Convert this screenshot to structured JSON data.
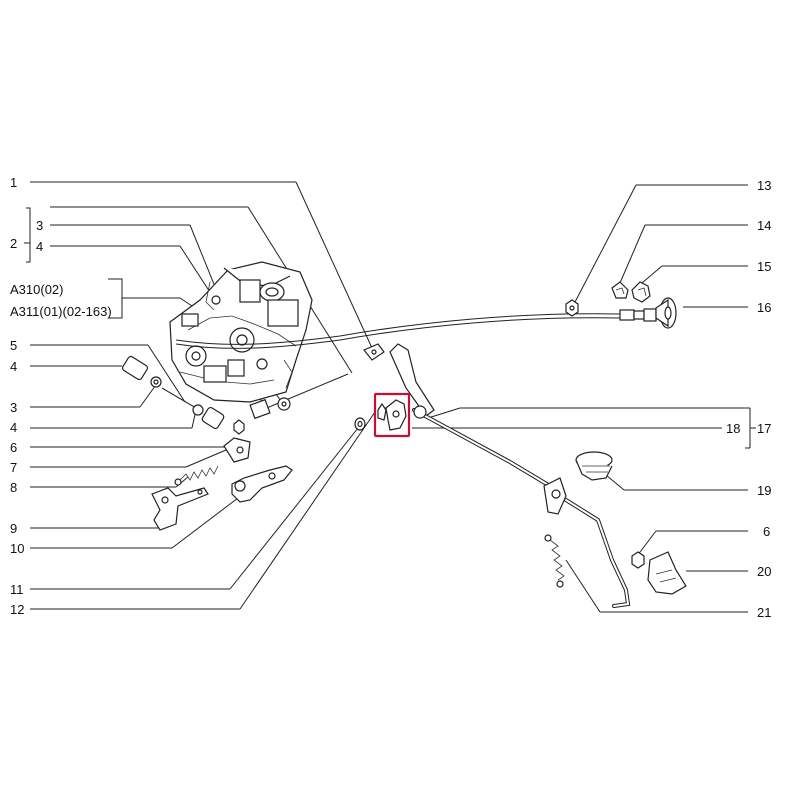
{
  "callouts": {
    "c1": "1",
    "c2": "2",
    "c3a": "3",
    "c4a": "4",
    "m1": "A310(02)",
    "m2": "A311(01)(02-163)",
    "c5": "5",
    "c4b": "4",
    "c3b": "3",
    "c4c": "4",
    "c6a": "6",
    "c7": "7",
    "c8": "8",
    "c9": "9",
    "c10": "10",
    "c11": "11",
    "c12": "12",
    "c13": "13",
    "c14": "14",
    "c15": "15",
    "c16": "16",
    "c17": "17",
    "c18": "18",
    "c19": "19",
    "c6b": "6",
    "c20": "20",
    "c21": "21"
  },
  "colors": {
    "line": "#222222",
    "highlight": "#c8102e",
    "background": "#ffffff"
  },
  "highlighted_part": "18"
}
